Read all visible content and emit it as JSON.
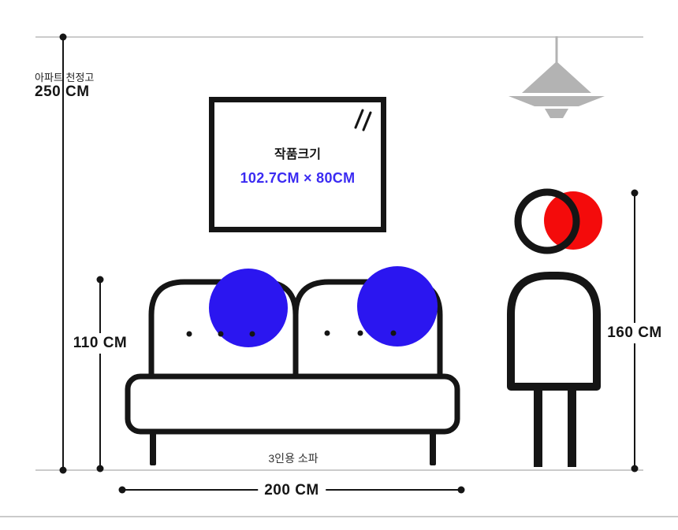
{
  "colors": {
    "accent-blue": "#2B16F0",
    "text-blue": "#3B2BF2",
    "figure-red": "#F40B0B",
    "ink": "#151515",
    "guide-gray": "#CBCBCB",
    "lamp-gray": "#B3B3B3"
  },
  "ceiling": {
    "caption": "아파트 천정고",
    "height": "250 CM"
  },
  "artwork": {
    "title": "작품크기",
    "size": "102.7CM × 80CM"
  },
  "sofa": {
    "height": "110 CM",
    "width": "200 CM",
    "label": "3인용 소파"
  },
  "person": {
    "height": "160 CM"
  },
  "figures": [
    "pendant-lamp",
    "artwork-frame",
    "three-seat-sofa",
    "standing-person"
  ]
}
